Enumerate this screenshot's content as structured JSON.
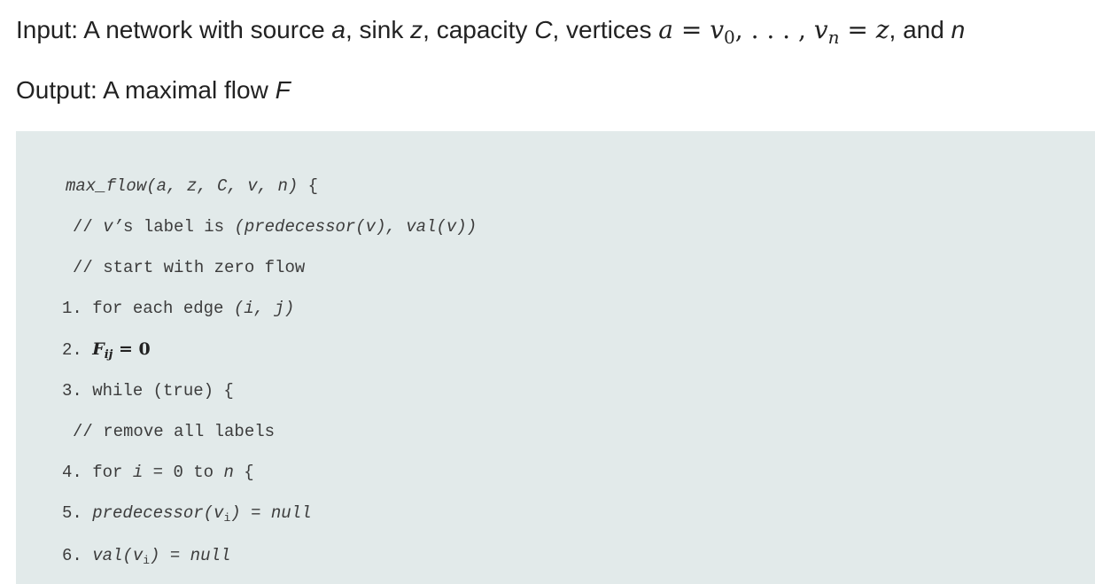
{
  "input": {
    "label": "Input:",
    "text_a": "A network with source",
    "source": "a",
    "text_b": ", sink",
    "sink": "z",
    "text_c": ", capacity",
    "capacity": "C",
    "text_d": ", vertices",
    "math_a": "a",
    "math_eq1": " = ",
    "math_v0": "v",
    "math_v0_sub": "0",
    "math_dots": ", . . . , ",
    "math_vn": "v",
    "math_vn_sub": "n",
    "math_eq2": " = ",
    "math_z": "z",
    "text_e": ", and",
    "n": "n"
  },
  "output": {
    "label": "Output:",
    "text": "A maximal flow",
    "flow": "F"
  },
  "code": {
    "l0_name": "max_flow(a, z, C, v, n)",
    "l0_brace": " {",
    "l1_slashes": "// ",
    "l1_v": "v’",
    "l1_mid": "s label is ",
    "l1_tuple": "(predecessor(v), val(v))",
    "l2": "// start with zero flow",
    "l3_num": "1. ",
    "l3_text": "for each edge ",
    "l3_edge": "(i, j)",
    "l4_num": "2. ",
    "l4_F": "F",
    "l4_sub": "ij",
    "l4_eq": " = 0",
    "l5": "3. while (true) {",
    "l6": "// remove all labels",
    "l7_num": "4. ",
    "l7_for": "for ",
    "l7_i": "i",
    "l7_mid": " = 0 to ",
    "l7_n": "n",
    "l7_brace": " {",
    "l8_num": "5. ",
    "l8_fn": "predecessor(v",
    "l8_sub": "i",
    "l8_close": ")",
    "l8_eq": " = ",
    "l8_null": "null",
    "l9_num": "6. ",
    "l9_fn": "val(v",
    "l9_sub": "i",
    "l9_close": ")",
    "l9_eq": " = ",
    "l9_null": "null"
  }
}
